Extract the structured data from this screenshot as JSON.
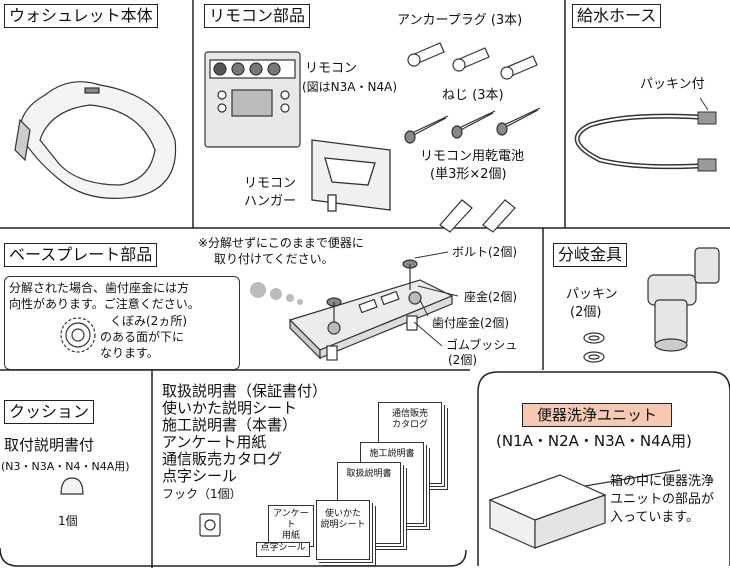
{
  "sections": {
    "toilet": {
      "title": "ウォシュレット本体"
    },
    "remote": {
      "title": "リモコン部品",
      "remote_label": "リモコン",
      "remote_note": "(図はN3A・N4A)",
      "hanger_line1": "リモコン",
      "hanger_line2": "ハンガー",
      "anchor": "アンカープラグ (3本)",
      "screw": "ねじ (3本)",
      "battery_line1": "リモコン用乾電池",
      "battery_line2": "(単3形×2個)"
    },
    "hose": {
      "title": "給水ホース",
      "packing": "パッキン付"
    },
    "base": {
      "title": "ベースプレート部品",
      "note_line1": "※分解せずにこのままで便器に",
      "note_line2": "取り付けてください。",
      "warn_line1": "分解された場合、歯付座金には方",
      "warn_line2": "向性があります。ご注意ください。",
      "dent_line1": "くぼみ(2ヵ所)",
      "dent_line2": "のある面が下に",
      "dent_line3": "なります。",
      "bolt": "ボルト(2個)",
      "washer": "座金(2個)",
      "toothed": "歯付座金(2個)",
      "bush_line1": "ゴムブッシュ",
      "bush_line2": "(2個)"
    },
    "branch": {
      "title": "分岐金具",
      "packing_line1": "パッキン",
      "packing_line2": "(2個)"
    },
    "cushion": {
      "title": "クッション",
      "manual": "取付説明書付",
      "models": "(N3・N3A・N4・N4A用)",
      "count": "1個"
    },
    "docs": {
      "items": [
        "取扱説明書（保証書付）",
        "使いかた説明シート",
        "施工説明書（本書）",
        "アンケート用紙",
        "通信販売カタログ",
        "点字シール",
        "フック（1個）"
      ],
      "card1": [
        "通信販売",
        "カタログ"
      ],
      "card2": [
        "施工説明書"
      ],
      "card3": [
        "取扱説明書"
      ],
      "card4": [
        "使いかた",
        "説明シート"
      ],
      "card5": [
        "アンケート",
        "用紙"
      ],
      "card6": [
        "点字シール"
      ]
    },
    "flush": {
      "title": "便器洗浄ユニット",
      "models": "(N1A・N2A・N3A・N4A用)",
      "desc_line1": "箱の中に便器洗浄",
      "desc_line2": "ユニットの部品が",
      "desc_line3": "入っています。"
    }
  },
  "colors": {
    "flush_title_bg": "#f7c9b2",
    "line": "#222222"
  }
}
